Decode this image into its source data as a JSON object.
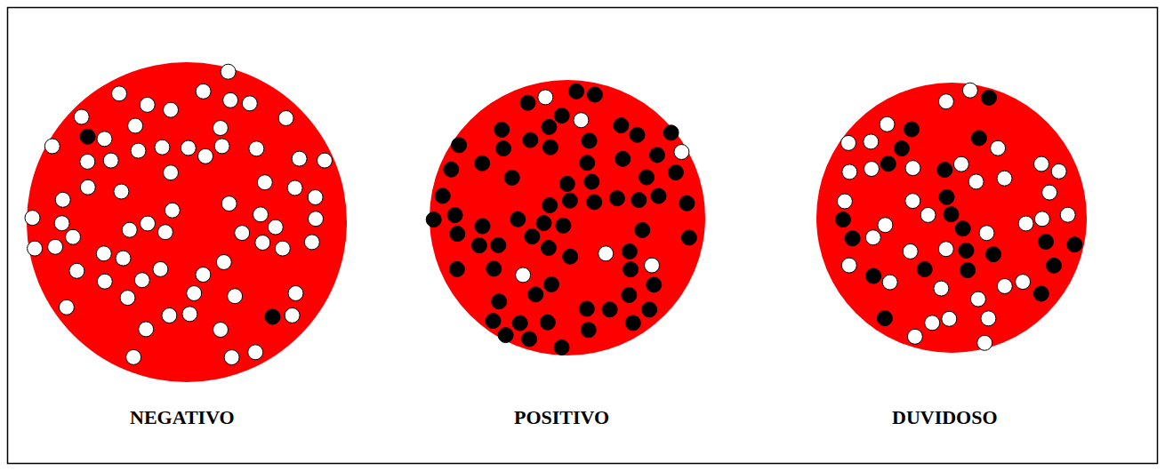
{
  "diagram": {
    "labels": [
      "NEGATIVO",
      "POSITIVO",
      "DUVIDOSO"
    ]
  }
}
